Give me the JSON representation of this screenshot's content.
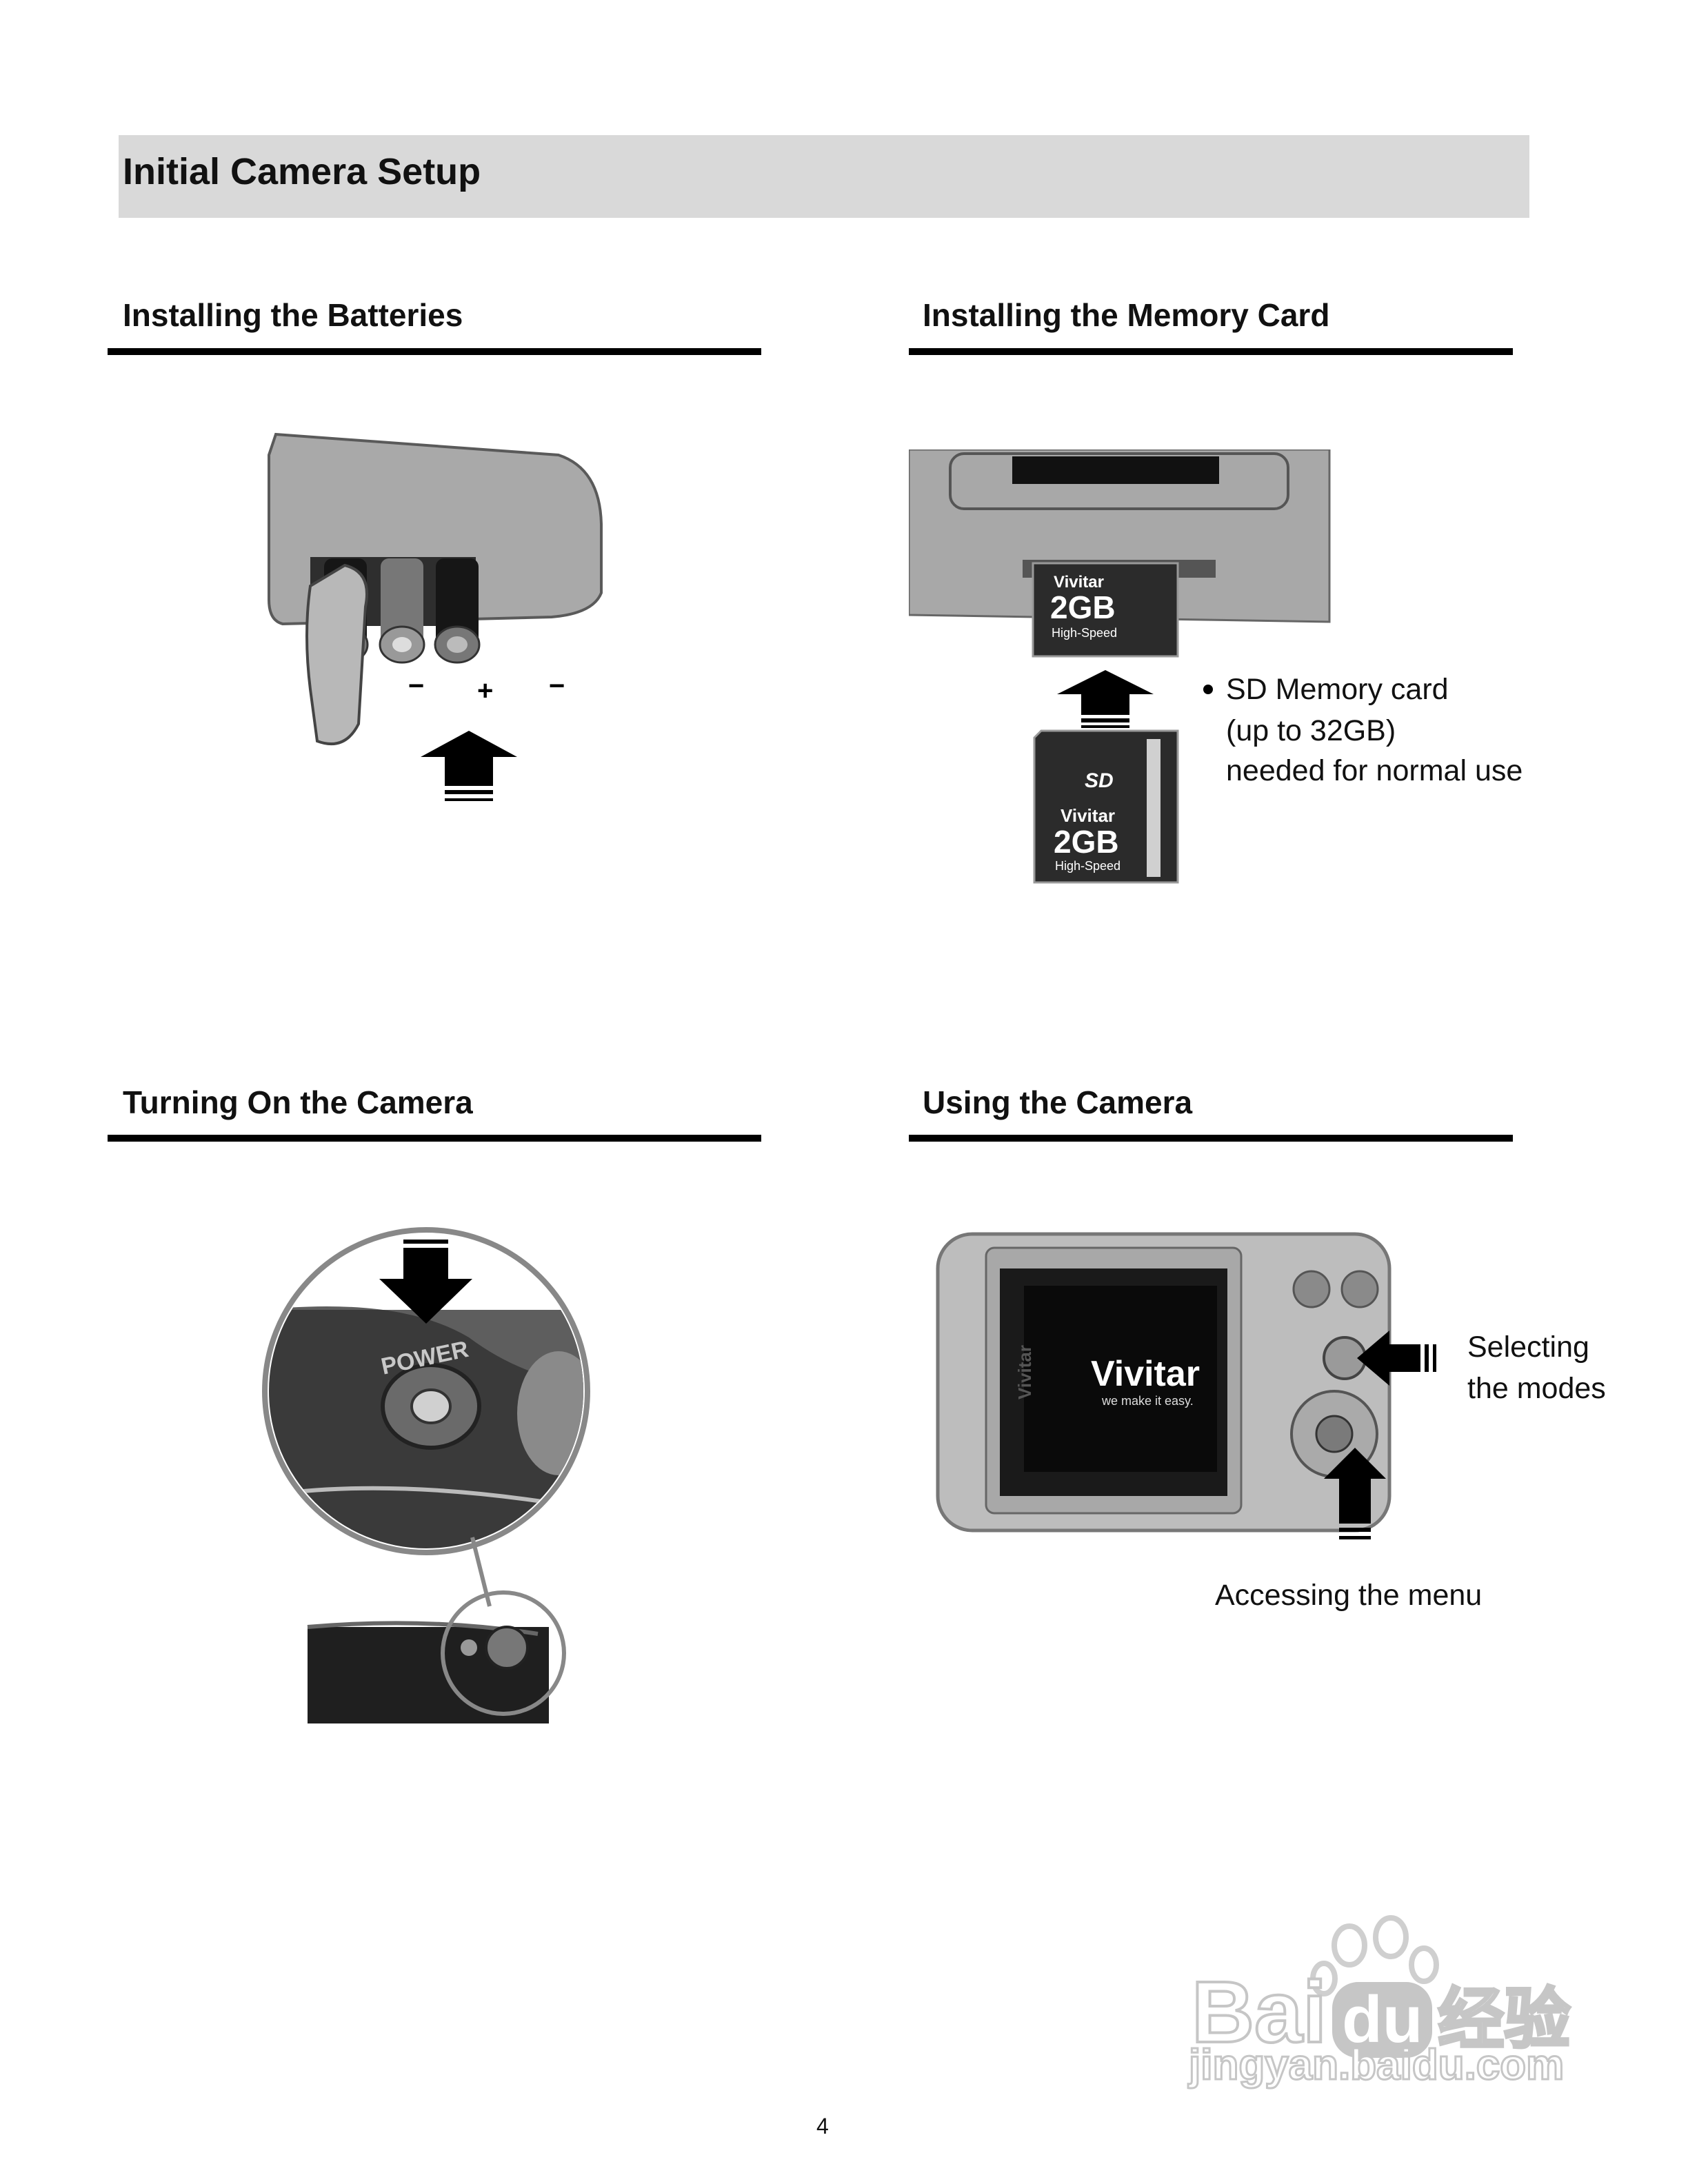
{
  "page": {
    "title": "Initial Camera Setup",
    "page_number": "4"
  },
  "sections": {
    "batteries": {
      "heading": "Installing the Batteries",
      "polarity": [
        "−",
        "+",
        "−"
      ]
    },
    "memory_card": {
      "heading": "Installing the Memory Card",
      "card_brand": "Vivitar",
      "card_capacity": "2GB",
      "card_speed": "High-Speed",
      "card_logo": "SD",
      "note_lines": [
        "SD Memory card",
        "(up to 32GB)",
        "needed for normal use"
      ]
    },
    "power": {
      "heading": "Turning On the Camera",
      "button_label": "POWER"
    },
    "using": {
      "heading": "Using the Camera",
      "screen_brand": "Vivitar",
      "screen_tagline": "we make it easy.",
      "side_brand": "Vivitar",
      "label_modes": [
        "Selecting",
        "the modes"
      ],
      "label_menu": "Accessing the menu"
    }
  },
  "watermark": {
    "brand": "Bai",
    "brand_du": "du",
    "brand_cn": "经验",
    "url": "jingyan.baidu.com"
  },
  "icons": [
    "arrow-up-icon",
    "arrow-down-icon",
    "arrow-left-icon",
    "bullet-icon",
    "paw-logo-icon"
  ]
}
